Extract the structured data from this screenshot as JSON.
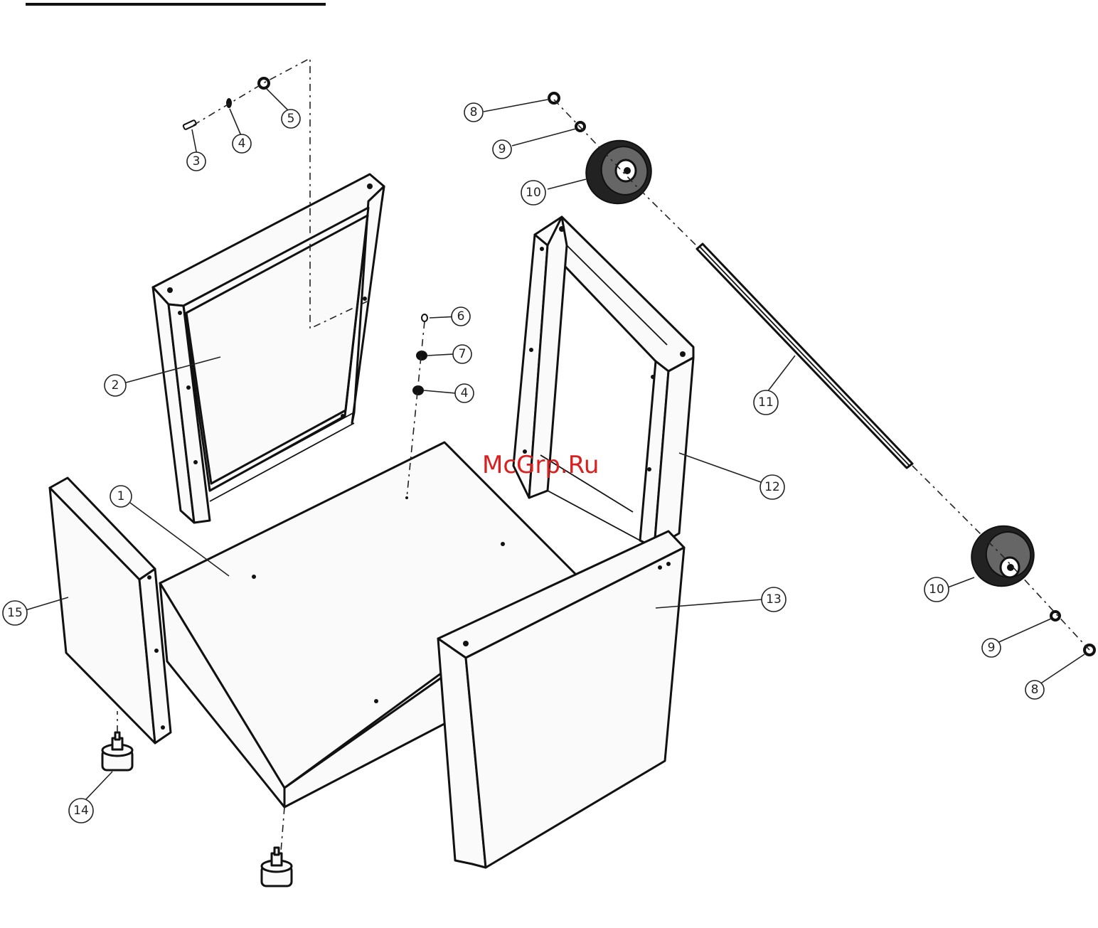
{
  "watermark": "McGrp.Ru",
  "callouts": {
    "c1": "1",
    "c2": "2",
    "c3": "3",
    "c4a": "4",
    "c4b": "4",
    "c5": "5",
    "c6": "6",
    "c7": "7",
    "c8a": "8",
    "c8b": "8",
    "c9a": "9",
    "c9b": "9",
    "c10a": "10",
    "c10b": "10",
    "c11": "11",
    "c12": "12",
    "c13": "13",
    "c14": "14",
    "c15": "15"
  },
  "colors": {
    "line": "#111111",
    "watermark": "#d92020",
    "background": "#ffffff"
  }
}
